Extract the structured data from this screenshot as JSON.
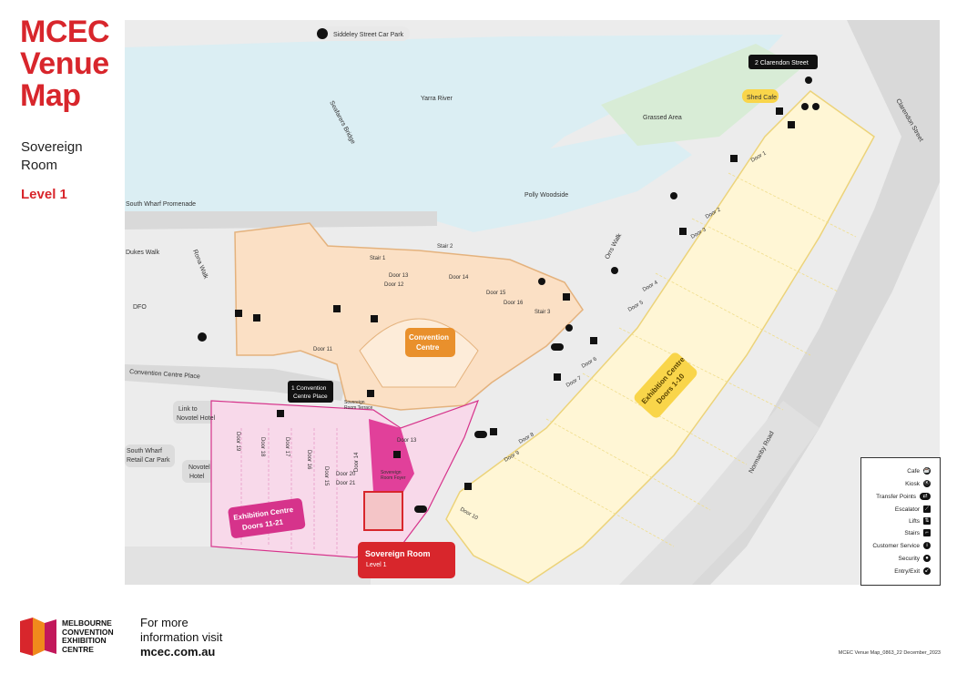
{
  "header": {
    "title_lines": [
      "MCEC",
      "Venue",
      "Map"
    ],
    "room_lines": [
      "Sovereign",
      "Room"
    ],
    "level": "Level 1"
  },
  "map": {
    "labels": {
      "carpark": "Siddeley Street Car Park",
      "river": "Yarra River",
      "bridge": "Seafarers Bridge",
      "grassed": "Grassed Area",
      "clarendon2": "2 Clarendon Street",
      "shed": "Shed Cafe",
      "clarendon_st": "Clarendon Street",
      "polly": "Polly Woodside",
      "promenade": "South Wharf Promenade",
      "dukes": "Dukes Walk",
      "rona": "Rona Walk",
      "dfo": "DFO",
      "orrs": "Orrs Walk",
      "ccplace_road": "Convention Centre Place",
      "ccplace_box_1": "1 Convention",
      "ccplace_box_2": "Centre Place",
      "novotel_link_1": "Link to",
      "novotel_link_2": "Novotel Hotel",
      "novotel_1": "Novotel",
      "novotel_2": "Hotel",
      "swcp_1": "South Wharf",
      "swcp_2": "Retail Car Park",
      "normanby": "Normanby Road",
      "conv_1": "Convention",
      "conv_2": "Centre",
      "ex110_1": "Exhibition Centre",
      "ex110_2": "Doors 1-10",
      "ex1121_1": "Exhibition Centre",
      "ex1121_2": "Doors 11-21",
      "sovereign_1": "Sovereign Room",
      "sovereign_2": "Level 1",
      "terrace_1": "Sovereign",
      "terrace_2": "Room Terrace",
      "foyer_1": "Sovereign",
      "foyer_2": "Room Foyer"
    },
    "stairs": [
      "Stair 1",
      "Stair 2",
      "Stair 3"
    ],
    "conv_doors": [
      "Door 11",
      "Door 12",
      "Door 13",
      "Door 14",
      "Door 15",
      "Door 16"
    ],
    "ex_doors": [
      "Door 1",
      "Door 2",
      "Door 3",
      "Door 4",
      "Door 5",
      "Door 6",
      "Door 7",
      "Door 8",
      "Door 9",
      "Door 10"
    ],
    "west_doors": [
      "Door 13",
      "Door 14",
      "Door 15",
      "Door 16",
      "Door 17",
      "Door 18",
      "Door 19",
      "Door 20",
      "Door 21"
    ]
  },
  "legend": {
    "items": [
      {
        "label": "Cafe",
        "icon": "cafe-icon",
        "glyph": "☕"
      },
      {
        "label": "Kiosk",
        "icon": "kiosk-icon",
        "glyph": "Ⓚ"
      },
      {
        "label": "Transfer Points",
        "icon": "transfer-icon",
        "glyph": "⇄"
      },
      {
        "label": "Escalator",
        "icon": "escalator-icon",
        "glyph": "⟋"
      },
      {
        "label": "Lifts",
        "icon": "lift-icon",
        "glyph": "⇅"
      },
      {
        "label": "Stairs",
        "icon": "stairs-icon",
        "glyph": "⌐"
      },
      {
        "label": "Customer Service",
        "icon": "info-icon",
        "glyph": "i"
      },
      {
        "label": "Security",
        "icon": "security-icon",
        "glyph": "●"
      },
      {
        "label": "Entry/Exit",
        "icon": "entry-exit-icon",
        "glyph": "↙"
      }
    ]
  },
  "footer": {
    "logo_lines": [
      "MELBOURNE",
      "CONVENTION",
      "EXHIBITION",
      "CENTRE"
    ],
    "info_lines": [
      "For more",
      "information visit"
    ],
    "url": "mcec.com.au",
    "ref": "MCEC Venue Map_0863_22 December_2023"
  },
  "colors": {
    "water": "#dbeef3",
    "road": "#e6e6e6",
    "road_dark": "#d9d9d9",
    "grass": "#d8ecd6",
    "convention": "#fbe0c5",
    "convention_stroke": "#e4b27d",
    "exhibition": "#fff6d5",
    "exhibition_stroke": "#ecd37a",
    "exhibition_label": "#f9d54a",
    "west_hall": "#f8d9ea",
    "west_label": "#d6338b",
    "sovereign": "#d8262c",
    "brand_red": "#d8262c"
  }
}
